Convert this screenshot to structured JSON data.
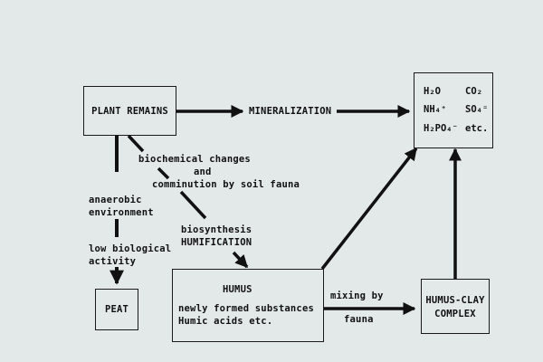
{
  "nodes": {
    "plant_remains": "PLANT REMAINS",
    "peat": "PEAT",
    "humus": {
      "title": "HUMUS",
      "line1": "newly formed substances",
      "line2": "Humic acids etc."
    },
    "humus_clay": {
      "line1": "HUMUS-CLAY",
      "line2": "COMPLEX"
    },
    "products": {
      "h2o": "H₂O",
      "co2": "CO₂",
      "nh4": "NH₄⁺",
      "so4": "SO₄⁼",
      "h2po4": "H₂PO₄⁻",
      "etc": "etc."
    }
  },
  "edges": {
    "mineralization": "MINERALIZATION",
    "biochem_line1": "biochemical changes",
    "biochem_line2": "and",
    "biochem_line3": "comminution by soil fauna",
    "biosynthesis": "biosynthesis",
    "humification": "HUMIFICATION",
    "anaerobic_line1": "anaerobic",
    "anaerobic_line2": "environment",
    "lowbio_line1": "low biological",
    "lowbio_line2": "activity",
    "mixing_line1": "mixing by",
    "mixing_line2": "fauna"
  }
}
